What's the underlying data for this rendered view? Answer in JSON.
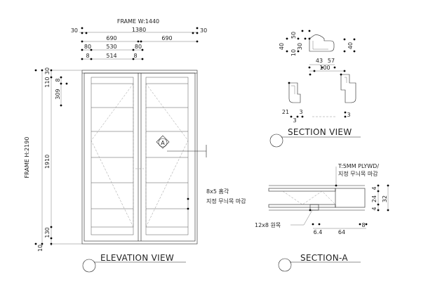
{
  "elevation": {
    "frame_width_label": "FRAME W:1440",
    "frame_height_label": "FRAME H:2190",
    "caption": "ELEVATION VIEW",
    "callout_letter": "A",
    "note_groove": "8x5 홈각",
    "note_finish": "지정 무늬목 마감",
    "top_dims": {
      "row1": [
        "30",
        "1380",
        "30"
      ],
      "row2": [
        "690",
        "690"
      ],
      "row3": [
        "80",
        "530",
        "80"
      ],
      "row4": [
        "8",
        "514",
        "8"
      ]
    },
    "left_dims": {
      "v30": "30",
      "v110": "110",
      "v309": "309",
      "v8": "8",
      "v1910": "1910",
      "v130": "130",
      "v10": "10"
    }
  },
  "section_view": {
    "caption": "SECTION VIEW",
    "dims": [
      "50",
      "40",
      "30",
      "10",
      "40",
      "43",
      "57",
      "100",
      "21",
      "3",
      "3",
      "3"
    ]
  },
  "section_a": {
    "caption": "SECTION-A",
    "note_panel": "T:5MM PLYWD/",
    "note_finish": "지정 무늬목 마감",
    "note_groove": "12x8 원목",
    "dims": [
      "4",
      "24",
      "32",
      "4",
      "6.4",
      "64",
      "8"
    ]
  }
}
